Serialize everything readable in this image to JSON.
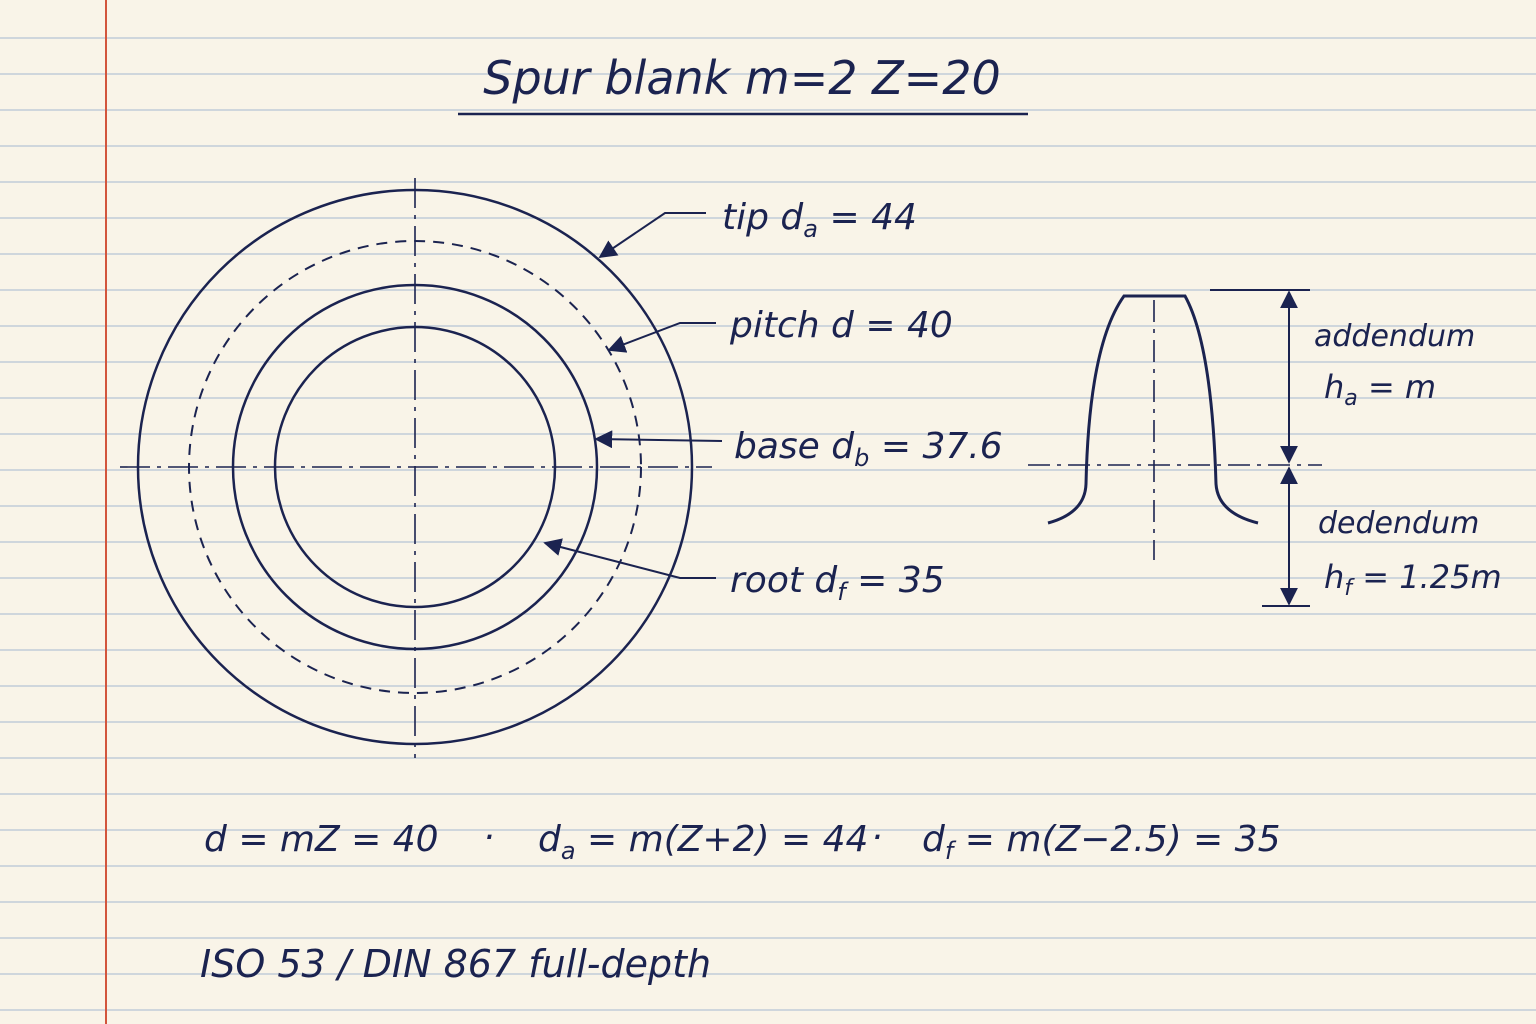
{
  "title": "Spur blank m=2 Z=20",
  "colors": {
    "paper": "#f9f4e8",
    "rule": "#b6c3d4",
    "margin": "#d2553c",
    "ink": "#1b2350"
  },
  "circles": {
    "tip": {
      "name": "tip",
      "symbol": "d",
      "sub": "a",
      "value": "44",
      "diameter": 44
    },
    "pitch": {
      "name": "pitch",
      "symbol": "d",
      "sub": "",
      "value": "40",
      "diameter": 40
    },
    "base": {
      "name": "base",
      "symbol": "d",
      "sub": "b",
      "value": "37.6",
      "diameter": 37.6
    },
    "root": {
      "name": "root",
      "symbol": "d",
      "sub": "f",
      "value": "35",
      "diameter": 35
    }
  },
  "tooth": {
    "addendum": {
      "label": "addendum",
      "symbol": "h",
      "sub": "a",
      "value": "m"
    },
    "dedendum": {
      "label": "dedendum",
      "symbol": "h",
      "sub": "f",
      "value": "1.25m"
    }
  },
  "formulas": {
    "f1": {
      "lhs": "d",
      "sub": "",
      "rhs": "= mZ = 40"
    },
    "sep": "·",
    "f2": {
      "lhs": "d",
      "sub": "a",
      "rhs": "= m(Z+2) = 44"
    },
    "f3": {
      "lhs": "d",
      "sub": "f",
      "rhs": "= m(Z−2.5) = 35"
    }
  },
  "standard": "ISO 53 / DIN 867 full-depth"
}
